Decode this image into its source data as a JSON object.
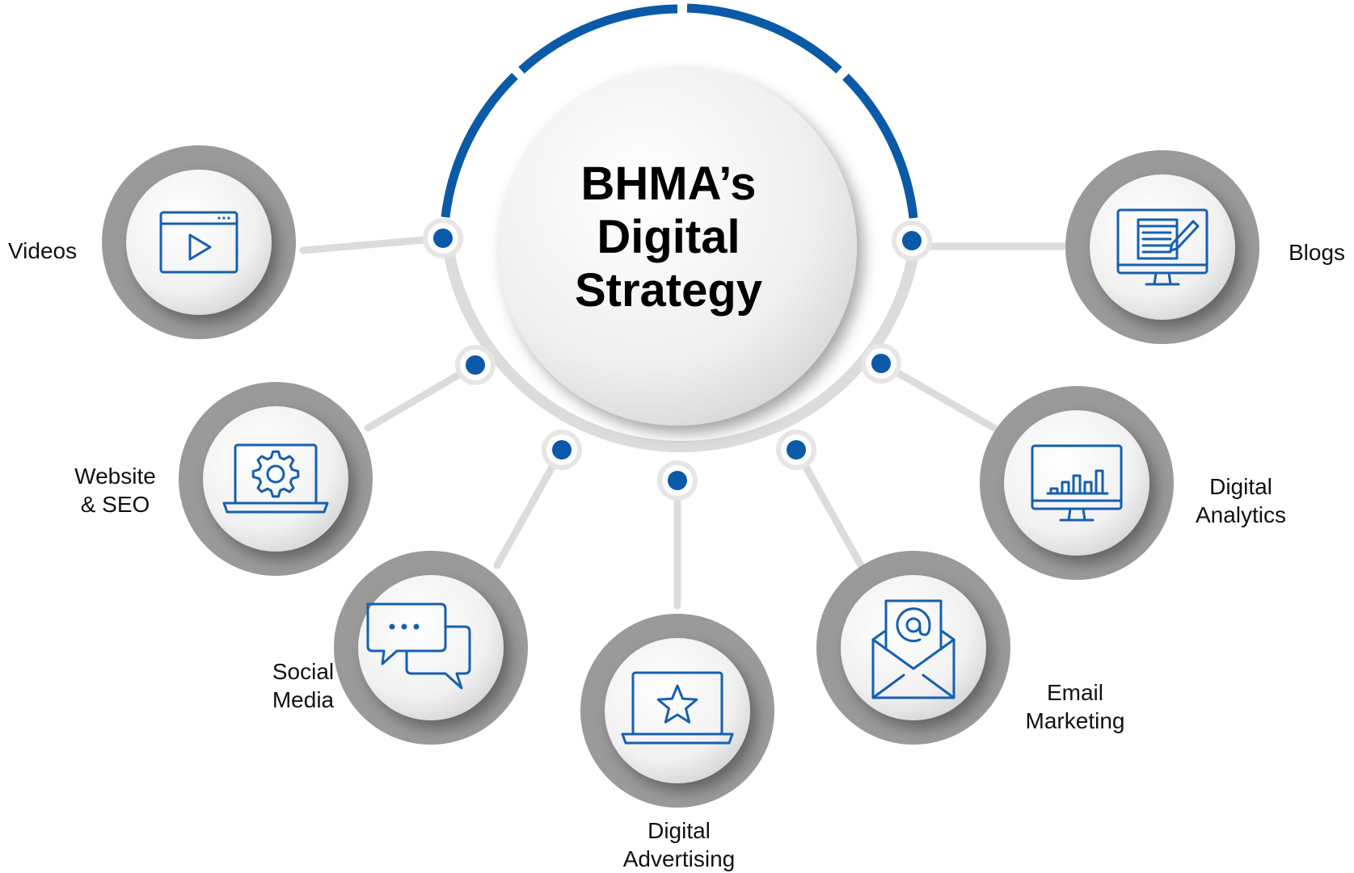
{
  "center": {
    "line1": "BHMA’s",
    "line2": "Digital",
    "line3": "Strategy"
  },
  "colors": {
    "accent_blue": "#0a5aa8",
    "ring_gray": "#9a9a9a",
    "connector_gray": "#dcdcdc",
    "icon_blue": "#1560b0"
  },
  "nodes": [
    {
      "id": "videos",
      "icon": "video-player-icon",
      "label_lines": [
        "Videos"
      ]
    },
    {
      "id": "website-seo",
      "icon": "laptop-gear-icon",
      "label_lines": [
        "Website",
        "& SEO"
      ]
    },
    {
      "id": "social-media",
      "icon": "chat-bubbles-icon",
      "label_lines": [
        "Social",
        "Media"
      ]
    },
    {
      "id": "digital-advertising",
      "icon": "laptop-star-icon",
      "label_lines": [
        "Digital",
        "Advertising"
      ]
    },
    {
      "id": "email-marketing",
      "icon": "envelope-at-icon",
      "label_lines": [
        "Email",
        "Marketing"
      ]
    },
    {
      "id": "digital-analytics",
      "icon": "monitor-chart-icon",
      "label_lines": [
        "Digital",
        "Analytics"
      ]
    },
    {
      "id": "blogs",
      "icon": "monitor-document-pen-icon",
      "label_lines": [
        "Blogs"
      ]
    }
  ]
}
